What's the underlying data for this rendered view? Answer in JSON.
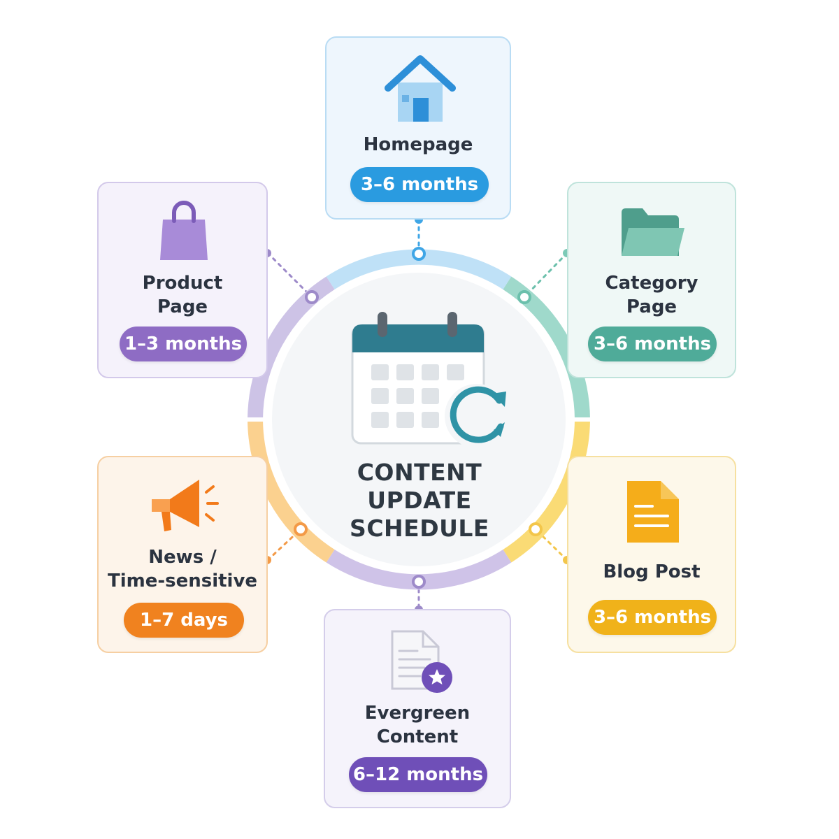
{
  "center": {
    "title": "CONTENT\nUPDATE\nSCHEDULE",
    "icon": "calendar-refresh-icon"
  },
  "nodes": {
    "homepage": {
      "label": "Homepage",
      "duration": "3–6 months",
      "icon": "house-icon",
      "color": "#2a9be0"
    },
    "product": {
      "label": "Product\nPage",
      "duration": "1–3 months",
      "icon": "shopping-bag-icon",
      "color": "#8e6cc4"
    },
    "category": {
      "label": "Category\nPage",
      "duration": "3–6 months",
      "icon": "folder-icon",
      "color": "#4fab99"
    },
    "news": {
      "label": "News /\nTime-sensitive",
      "duration": "1–7 days",
      "icon": "megaphone-icon",
      "color": "#f0821f"
    },
    "blog": {
      "label": "Blog Post",
      "duration": "3–6 months",
      "icon": "document-icon",
      "color": "#f0b21a"
    },
    "evergreen": {
      "label": "Evergreen\nContent",
      "duration": "6–12 months",
      "icon": "certificate-icon",
      "color": "#6f4fb8"
    }
  }
}
